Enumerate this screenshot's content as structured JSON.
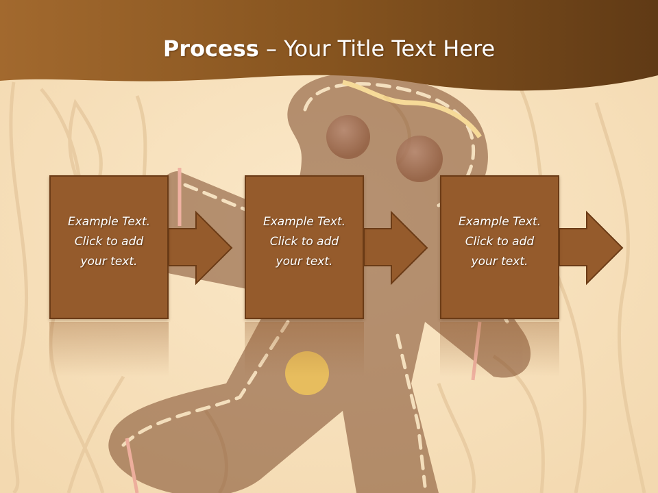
{
  "slide": {
    "title_bold": "Process",
    "title_rest": " – Your Title Text Here",
    "steps": [
      {
        "lines": [
          "Example Text.",
          "Click  to add",
          "your text."
        ]
      },
      {
        "lines": [
          "Example Text.",
          "Click  to add",
          "your text."
        ]
      },
      {
        "lines": [
          "Example Text.",
          "Click  to add",
          "your text."
        ]
      }
    ]
  },
  "colors": {
    "header_band": "#7a4a1f",
    "background": "#f6e1c0",
    "step_fill": "#955b2c",
    "step_border": "#6b3b16",
    "arrow_fill": "#955b2c",
    "text": "#ffffff"
  }
}
